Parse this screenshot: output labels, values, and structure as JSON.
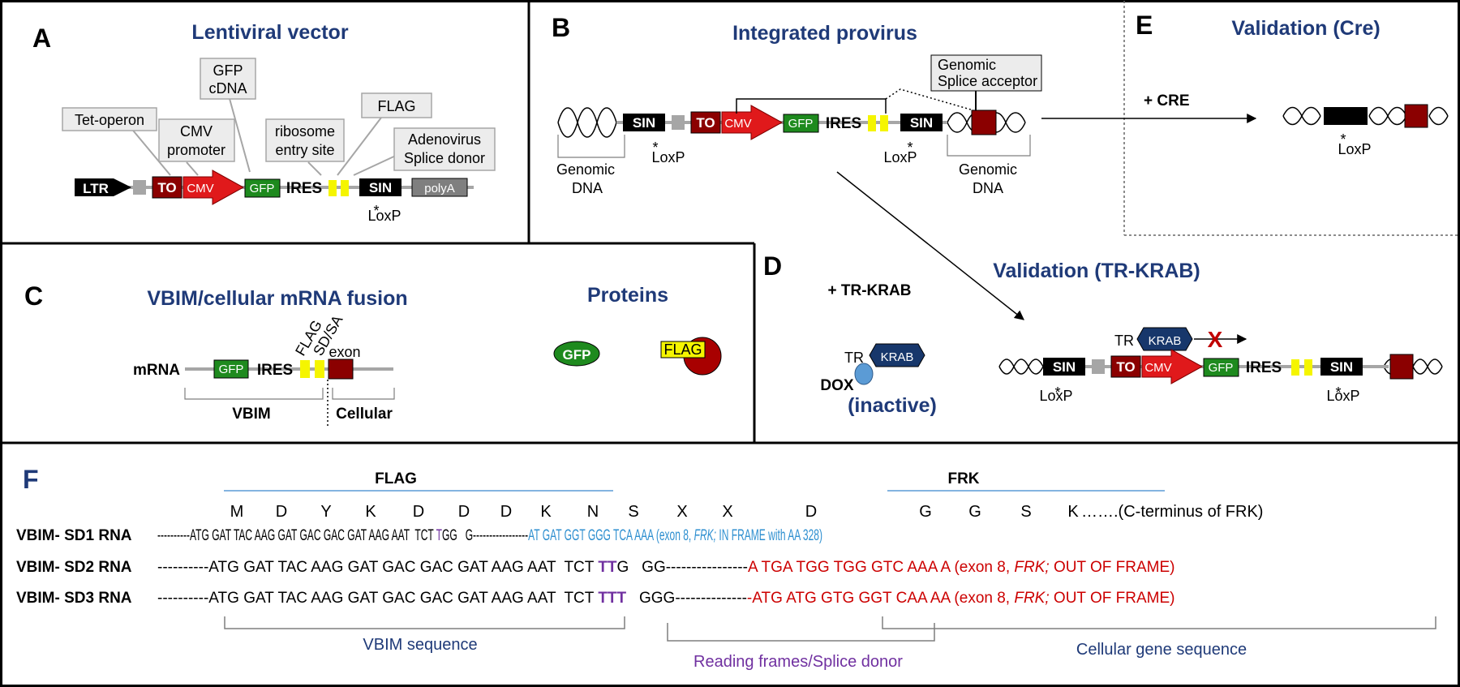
{
  "panels": {
    "A": {
      "letter": "A",
      "title": "Lentiviral vector",
      "callouts": {
        "tet_operon": "Tet-operon",
        "gfp_cdna_1": "GFP",
        "gfp_cdna_2": "cDNA",
        "cmv_promoter_1": "CMV",
        "cmv_promoter_2": "promoter",
        "ribosome_1": "ribosome",
        "ribosome_2": "entry site",
        "flag": "FLAG",
        "adeno_1": "Adenovirus",
        "adeno_2": "Splice donor"
      },
      "elements": {
        "ltr": "LTR",
        "to": "TO",
        "cmv": "CMV",
        "gfp": "GFP",
        "ires": "IRES",
        "sin": "SIN",
        "polya": "polyA",
        "star": "*",
        "loxp": "LoxP"
      }
    },
    "B": {
      "letter": "B",
      "title": "Integrated provirus",
      "genomic_1": "Genomic",
      "genomic_2": "DNA",
      "sa_1": "Genomic",
      "sa_2": "Splice acceptor",
      "sin": "SIN",
      "to": "TO",
      "cmv": "CMV",
      "gfp": "GFP",
      "ires": "IRES",
      "star": "*",
      "loxp": "LoxP"
    },
    "C": {
      "letter": "C",
      "title": "VBIM/cellular mRNA fusion",
      "proteins": "Proteins",
      "mrna": "mRNA",
      "gfp": "GFP",
      "ires": "IRES",
      "flag": "FLAG",
      "sdsa": "SD/SA",
      "exon": "exon",
      "vbim": "VBIM",
      "cellular": "Cellular",
      "flag_protein": "FLAG"
    },
    "D": {
      "letter": "D",
      "title": "Validation (TR-KRAB)",
      "tr_krab_add": "+ TR-KRAB",
      "tr": "TR",
      "krab": "KRAB",
      "dox": "DOX",
      "inactive": "(inactive)",
      "x_mark": "X",
      "sin": "SIN",
      "to": "TO",
      "cmv": "CMV",
      "gfp": "GFP",
      "ires": "IRES",
      "star": "*",
      "loxp": "LoxP"
    },
    "E": {
      "letter": "E",
      "title": "Validation (Cre)",
      "cre_add": "+ CRE",
      "star": "*",
      "loxp": "LoxP"
    },
    "F": {
      "letter": "F",
      "flag_header": "FLAG",
      "frk_header": "FRK",
      "amino_acids": [
        "M",
        "D",
        "Y",
        "K",
        "D",
        "D",
        "D",
        "K",
        "N",
        "S",
        "X",
        "X",
        "D",
        "G",
        "G",
        "S",
        "K"
      ],
      "aa_tail": "…….(C-terminus of FRK)",
      "rows": [
        {
          "name": "VBIM- SD1 RNA",
          "lead": "----------ATG GAT TAC AAG GAT GAC GAC GAT AAG AAT  TCT ",
          "hl": "T",
          "mid": "GG   G-----------------",
          "tail": "AT GAT GGT GGG TCA AAA (exon 8, ",
          "gene": "FRK;",
          "tail2": " IN FRAME with AA 328)"
        },
        {
          "name": "VBIM- SD2 RNA",
          "lead": "----------ATG GAT TAC AAG GAT GAC GAC GAT AAG AAT  TCT ",
          "hl": "TT",
          "mid": "G   GG----------------",
          "tail": "A TGA TGG TGG GTC AAA A (exon 8, ",
          "gene": "FRK;",
          "tail2": " OUT OF FRAME)"
        },
        {
          "name": "VBIM- SD3 RNA",
          "lead": "----------ATG GAT TAC AAG GAT GAC GAC GAT AAG AAT  TCT ",
          "hl": "TTT",
          "mid": "   GGG--------------",
          "tail": "-ATG ATG GTG GGT CAA AA (exon 8, ",
          "gene": "FRK;",
          "tail2": " OUT OF FRAME)"
        }
      ],
      "brackets": {
        "vbim_seq": "VBIM sequence",
        "reading_frames": "Reading frames/Splice donor",
        "cellular_seq": "Cellular  gene sequence"
      }
    }
  },
  "colors": {
    "navy": "#1f3a78",
    "dark_red": "#8b0000",
    "cmv_red": "#e0191b",
    "gfp_green": "#1e8a1e",
    "flag_yellow": "#f5f500",
    "grey": "#a6a6a6",
    "krab_blue": "#17376b",
    "dox_blue": "#5b9bd5",
    "frk_cyan": "#2e8fd0",
    "out_red": "#cc0000",
    "purple": "#7030a0"
  }
}
